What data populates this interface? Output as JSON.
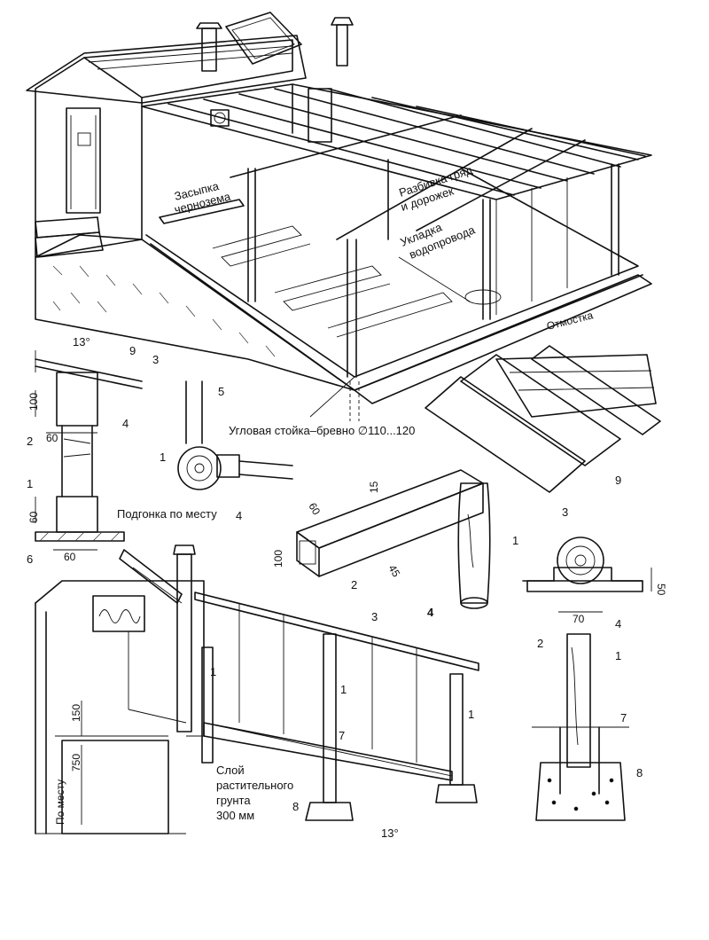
{
  "labels": {
    "backfill": [
      "Засыпка",
      "чернозема"
    ],
    "beds": [
      "Разбивка гряд",
      "и дорожек"
    ],
    "water": [
      "Укладка",
      "водопровода"
    ],
    "blind_area": "Отмостка",
    "corner_post": "Угловая стойка–бревно ∅110...120",
    "fitting": "Подгонка по месту",
    "soil_layer": [
      "Слой",
      "растительного",
      "грунта",
      "300 мм"
    ],
    "fit_vertical": "По месту",
    "figure_no": "4"
  },
  "dimensions": {
    "angle_top": "13°",
    "angle_bottom": "13°",
    "d100a": "100",
    "d60a": "60",
    "d60b": "60",
    "d60c": "60",
    "d15": "15",
    "d60d": "60",
    "d100b": "100",
    "d45": "45",
    "d50": "50",
    "d70": "70",
    "d150": "150",
    "d750": "750"
  },
  "callouts": [
    "1",
    "2",
    "3",
    "4",
    "5",
    "6",
    "7",
    "8",
    "9"
  ]
}
